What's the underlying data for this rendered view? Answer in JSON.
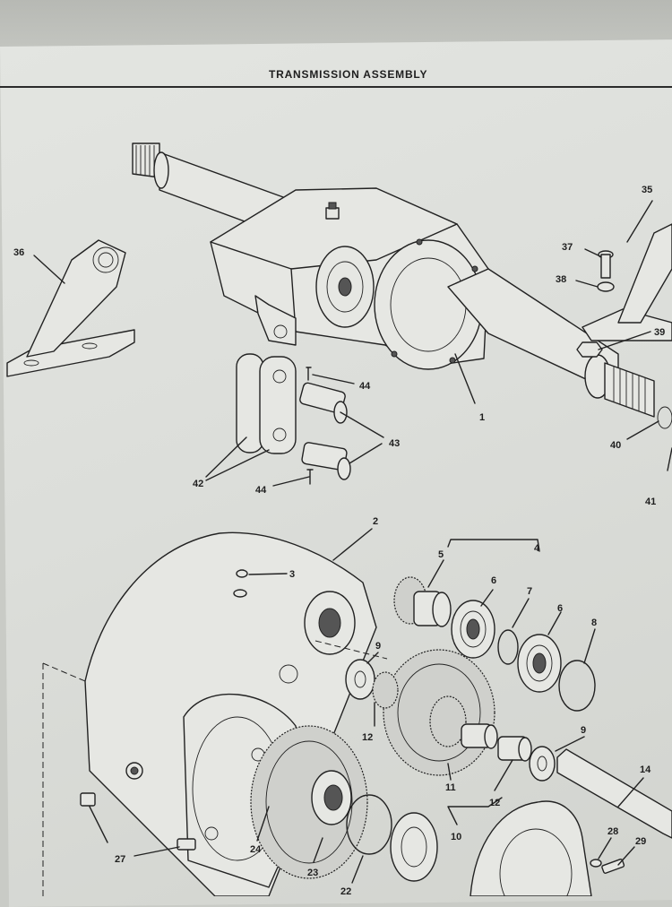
{
  "page": {
    "title": "TRANSMISSION ASSEMBLY"
  },
  "callouts": [
    {
      "id": "c1",
      "label": "1"
    },
    {
      "id": "c2",
      "label": "2"
    },
    {
      "id": "c3",
      "label": "3"
    },
    {
      "id": "c4",
      "label": "4"
    },
    {
      "id": "c5",
      "label": "5"
    },
    {
      "id": "c6a",
      "label": "6"
    },
    {
      "id": "c6b",
      "label": "6"
    },
    {
      "id": "c7",
      "label": "7"
    },
    {
      "id": "c8",
      "label": "8"
    },
    {
      "id": "c9a",
      "label": "9"
    },
    {
      "id": "c9b",
      "label": "9"
    },
    {
      "id": "c10",
      "label": "10"
    },
    {
      "id": "c11",
      "label": "11"
    },
    {
      "id": "c12a",
      "label": "12"
    },
    {
      "id": "c12b",
      "label": "12"
    },
    {
      "id": "c14",
      "label": "14"
    },
    {
      "id": "c22",
      "label": "22"
    },
    {
      "id": "c23",
      "label": "23"
    },
    {
      "id": "c24",
      "label": "24"
    },
    {
      "id": "c27",
      "label": "27"
    },
    {
      "id": "c28",
      "label": "28"
    },
    {
      "id": "c29",
      "label": "29"
    },
    {
      "id": "c35",
      "label": "35"
    },
    {
      "id": "c36",
      "label": "36"
    },
    {
      "id": "c37",
      "label": "37"
    },
    {
      "id": "c38",
      "label": "38"
    },
    {
      "id": "c39",
      "label": "39"
    },
    {
      "id": "c40",
      "label": "40"
    },
    {
      "id": "c41",
      "label": "41"
    },
    {
      "id": "c42",
      "label": "42"
    },
    {
      "id": "c43",
      "label": "43"
    },
    {
      "id": "c44a",
      "label": "44"
    },
    {
      "id": "c44b",
      "label": "44"
    }
  ]
}
